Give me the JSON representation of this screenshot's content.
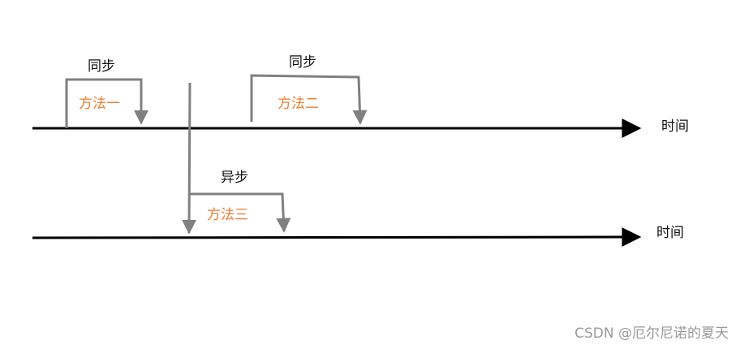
{
  "labels": {
    "sync_1": "同步",
    "method_1": "方法一",
    "sync_2": "同步",
    "method_2": "方法二",
    "async": "异步",
    "method_3": "方法三",
    "time_top": "时间",
    "time_bottom": "时间"
  },
  "watermark": "CSDN @厄尔尼诺的夏天",
  "colors": {
    "axis": "#000000",
    "bracket": "#808080",
    "method_text": "#ed7d31",
    "label_text": "#111111",
    "watermark": "#9a9a9a"
  }
}
